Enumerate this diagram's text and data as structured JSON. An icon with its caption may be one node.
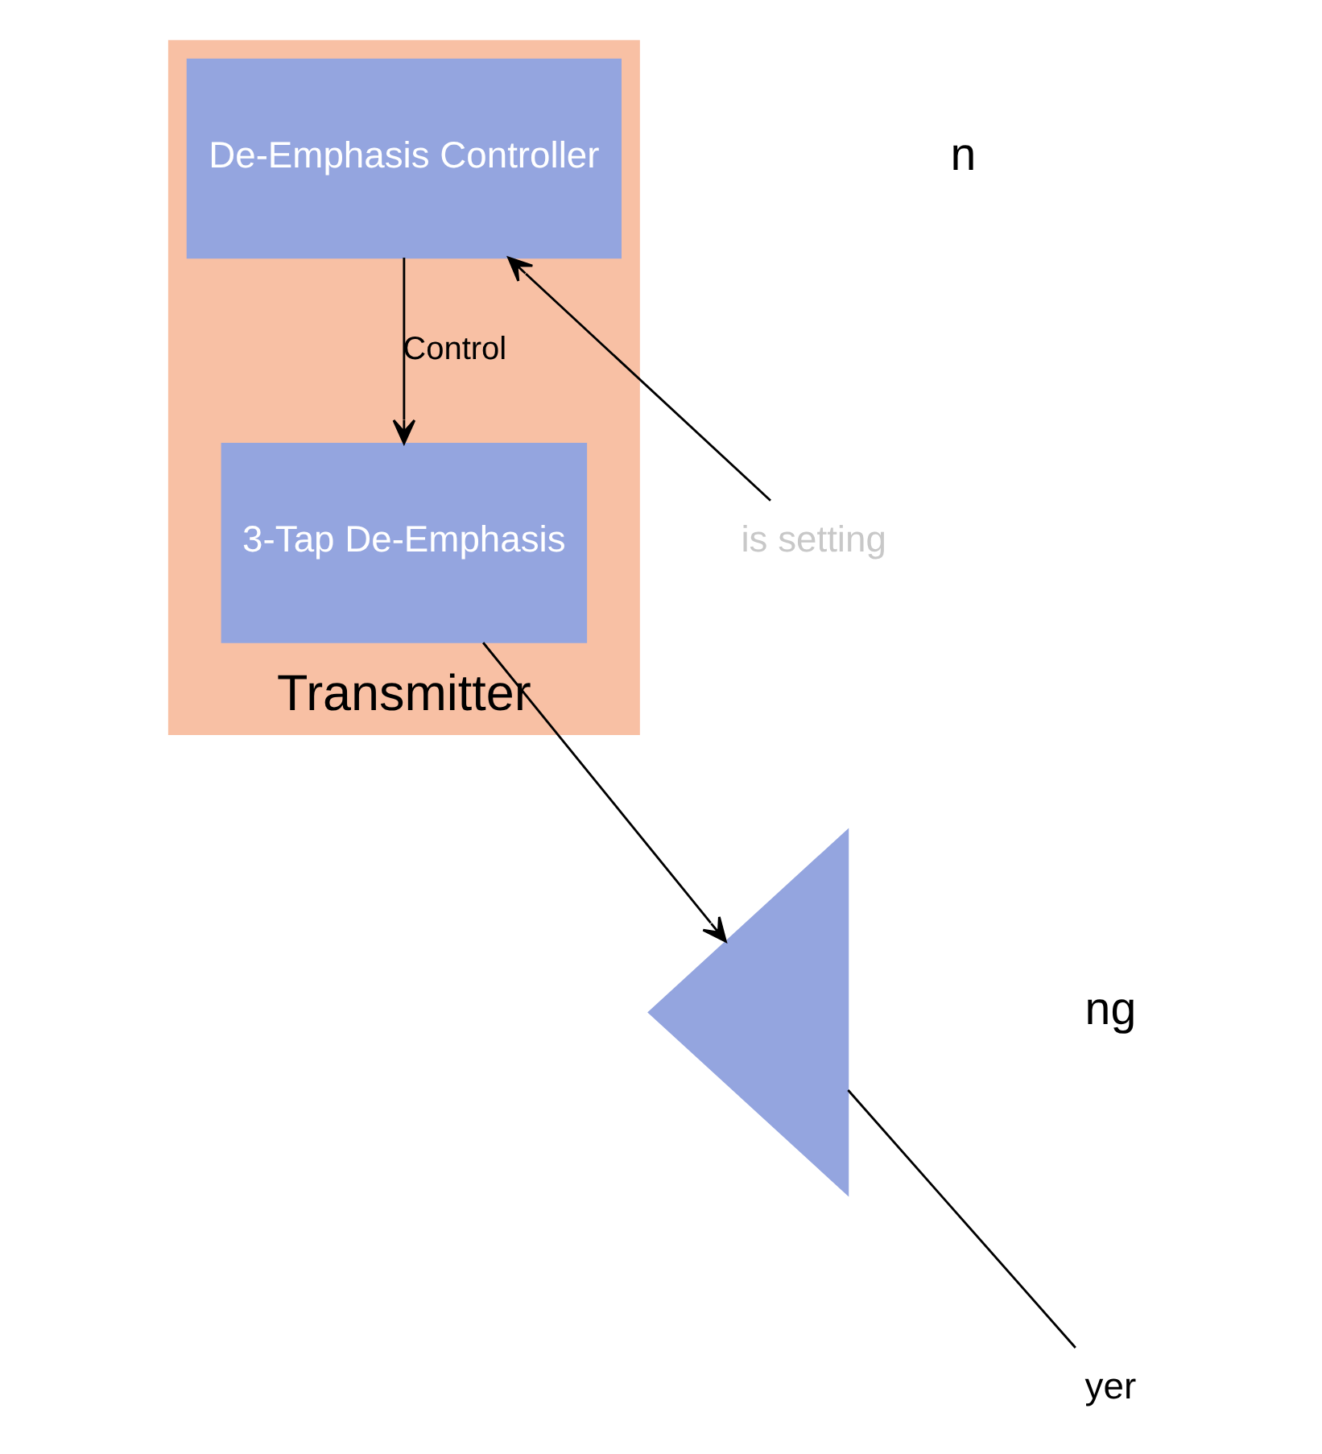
{
  "diagram": {
    "nodes": [
      {
        "text": [
          "Transmitter"
        ]
      },
      {
        "text": [
          "De-Emphasis Controller"
        ],
        "in": 0
      },
      {
        "text": [
          "3-Tap De-Emphasis"
        ],
        "in": 0
      },
      {
        "text": [],
        "shape": "triangle"
      },
      {
        "text": [
          "is setting"
        ]
      },
      {
        "text": [
          "yer"
        ]
      }
    ],
    "edges": [
      {
        "from": 4,
        "to": 1,
        "arrow": "to"
      },
      {
        "from": 1,
        "to": 2,
        "arrow": "to",
        "label": "Control"
      },
      {
        "from": 2,
        "to": 3,
        "arrow": "to"
      },
      {
        "from": 3,
        "to": 5,
        "arrow": "none"
      }
    ],
    "labels": [
      "n",
      "ng"
    ]
  }
}
